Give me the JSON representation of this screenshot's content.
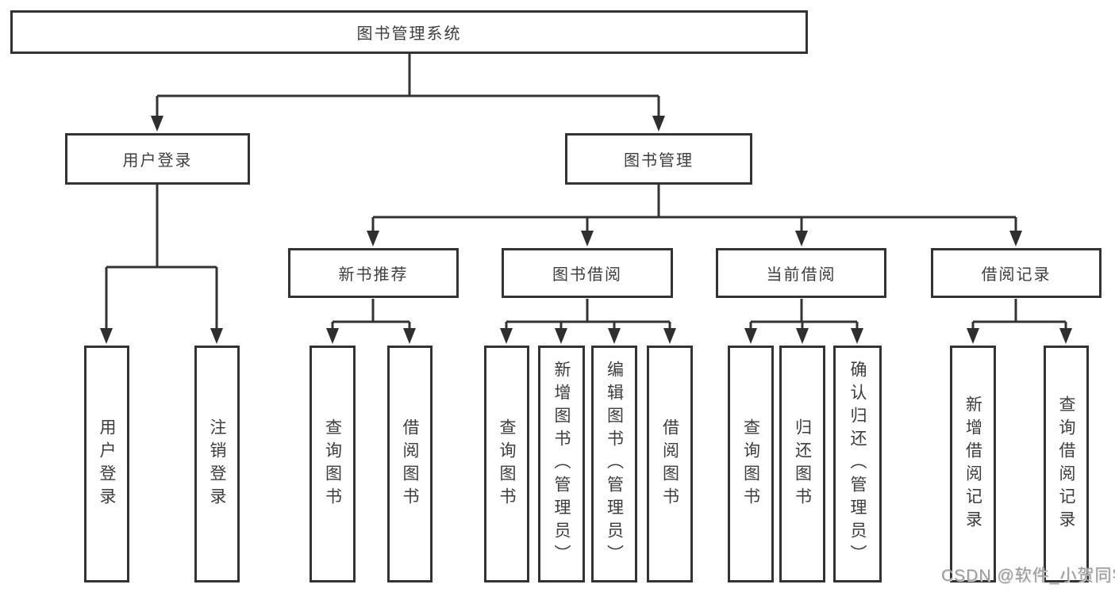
{
  "tree": {
    "label": "图书管理系统",
    "children": [
      {
        "label": "用户登录",
        "children": [
          {
            "label": "用户登录"
          },
          {
            "label": "注销登录"
          }
        ]
      },
      {
        "label": "图书管理",
        "children": [
          {
            "label": "新书推荐",
            "children": [
              {
                "label": "查询图书"
              },
              {
                "label": "借阅图书"
              }
            ]
          },
          {
            "label": "图书借阅",
            "children": [
              {
                "label": "查询图书"
              },
              {
                "label": "新增图书（管理员）"
              },
              {
                "label": "编辑图书（管理员）"
              },
              {
                "label": "借阅图书"
              }
            ]
          },
          {
            "label": "当前借阅",
            "children": [
              {
                "label": "查询图书"
              },
              {
                "label": "归还图书"
              },
              {
                "label": "确认归还（管理员）"
              }
            ]
          },
          {
            "label": "借阅记录",
            "children": [
              {
                "label": "新增借阅记录"
              },
              {
                "label": "查询借阅记录"
              }
            ]
          }
        ]
      }
    ]
  },
  "watermark": {
    "text": "CSDN @软件_小贺同学"
  },
  "colors": {
    "line": "#333333",
    "box_border": "#333333",
    "text": "#3d3d3d",
    "watermark": "#9b9b9b",
    "background": "#ffffff"
  }
}
